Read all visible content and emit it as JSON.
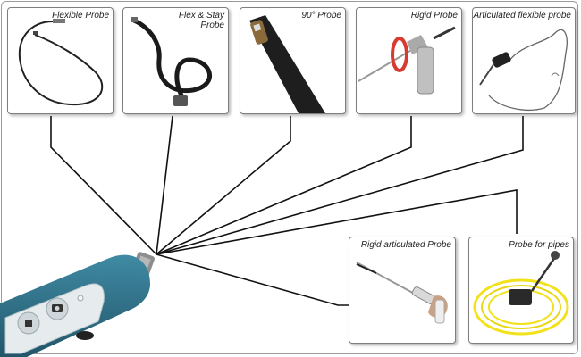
{
  "probes": [
    {
      "label": "Flexible Probe"
    },
    {
      "label": "Flex & Stay\nProbe"
    },
    {
      "label": "90° Probe"
    },
    {
      "label": "Rigid Probe"
    },
    {
      "label": "Articulated flexible probe"
    },
    {
      "label": "Rigid articulated Probe"
    },
    {
      "label": "Probe for pipes"
    }
  ],
  "colors": {
    "device_body": "#2f6f85",
    "device_face": "#e6ecee",
    "cable_yellow": "#f2e21b",
    "rotation_ring": "#d83a2f"
  }
}
